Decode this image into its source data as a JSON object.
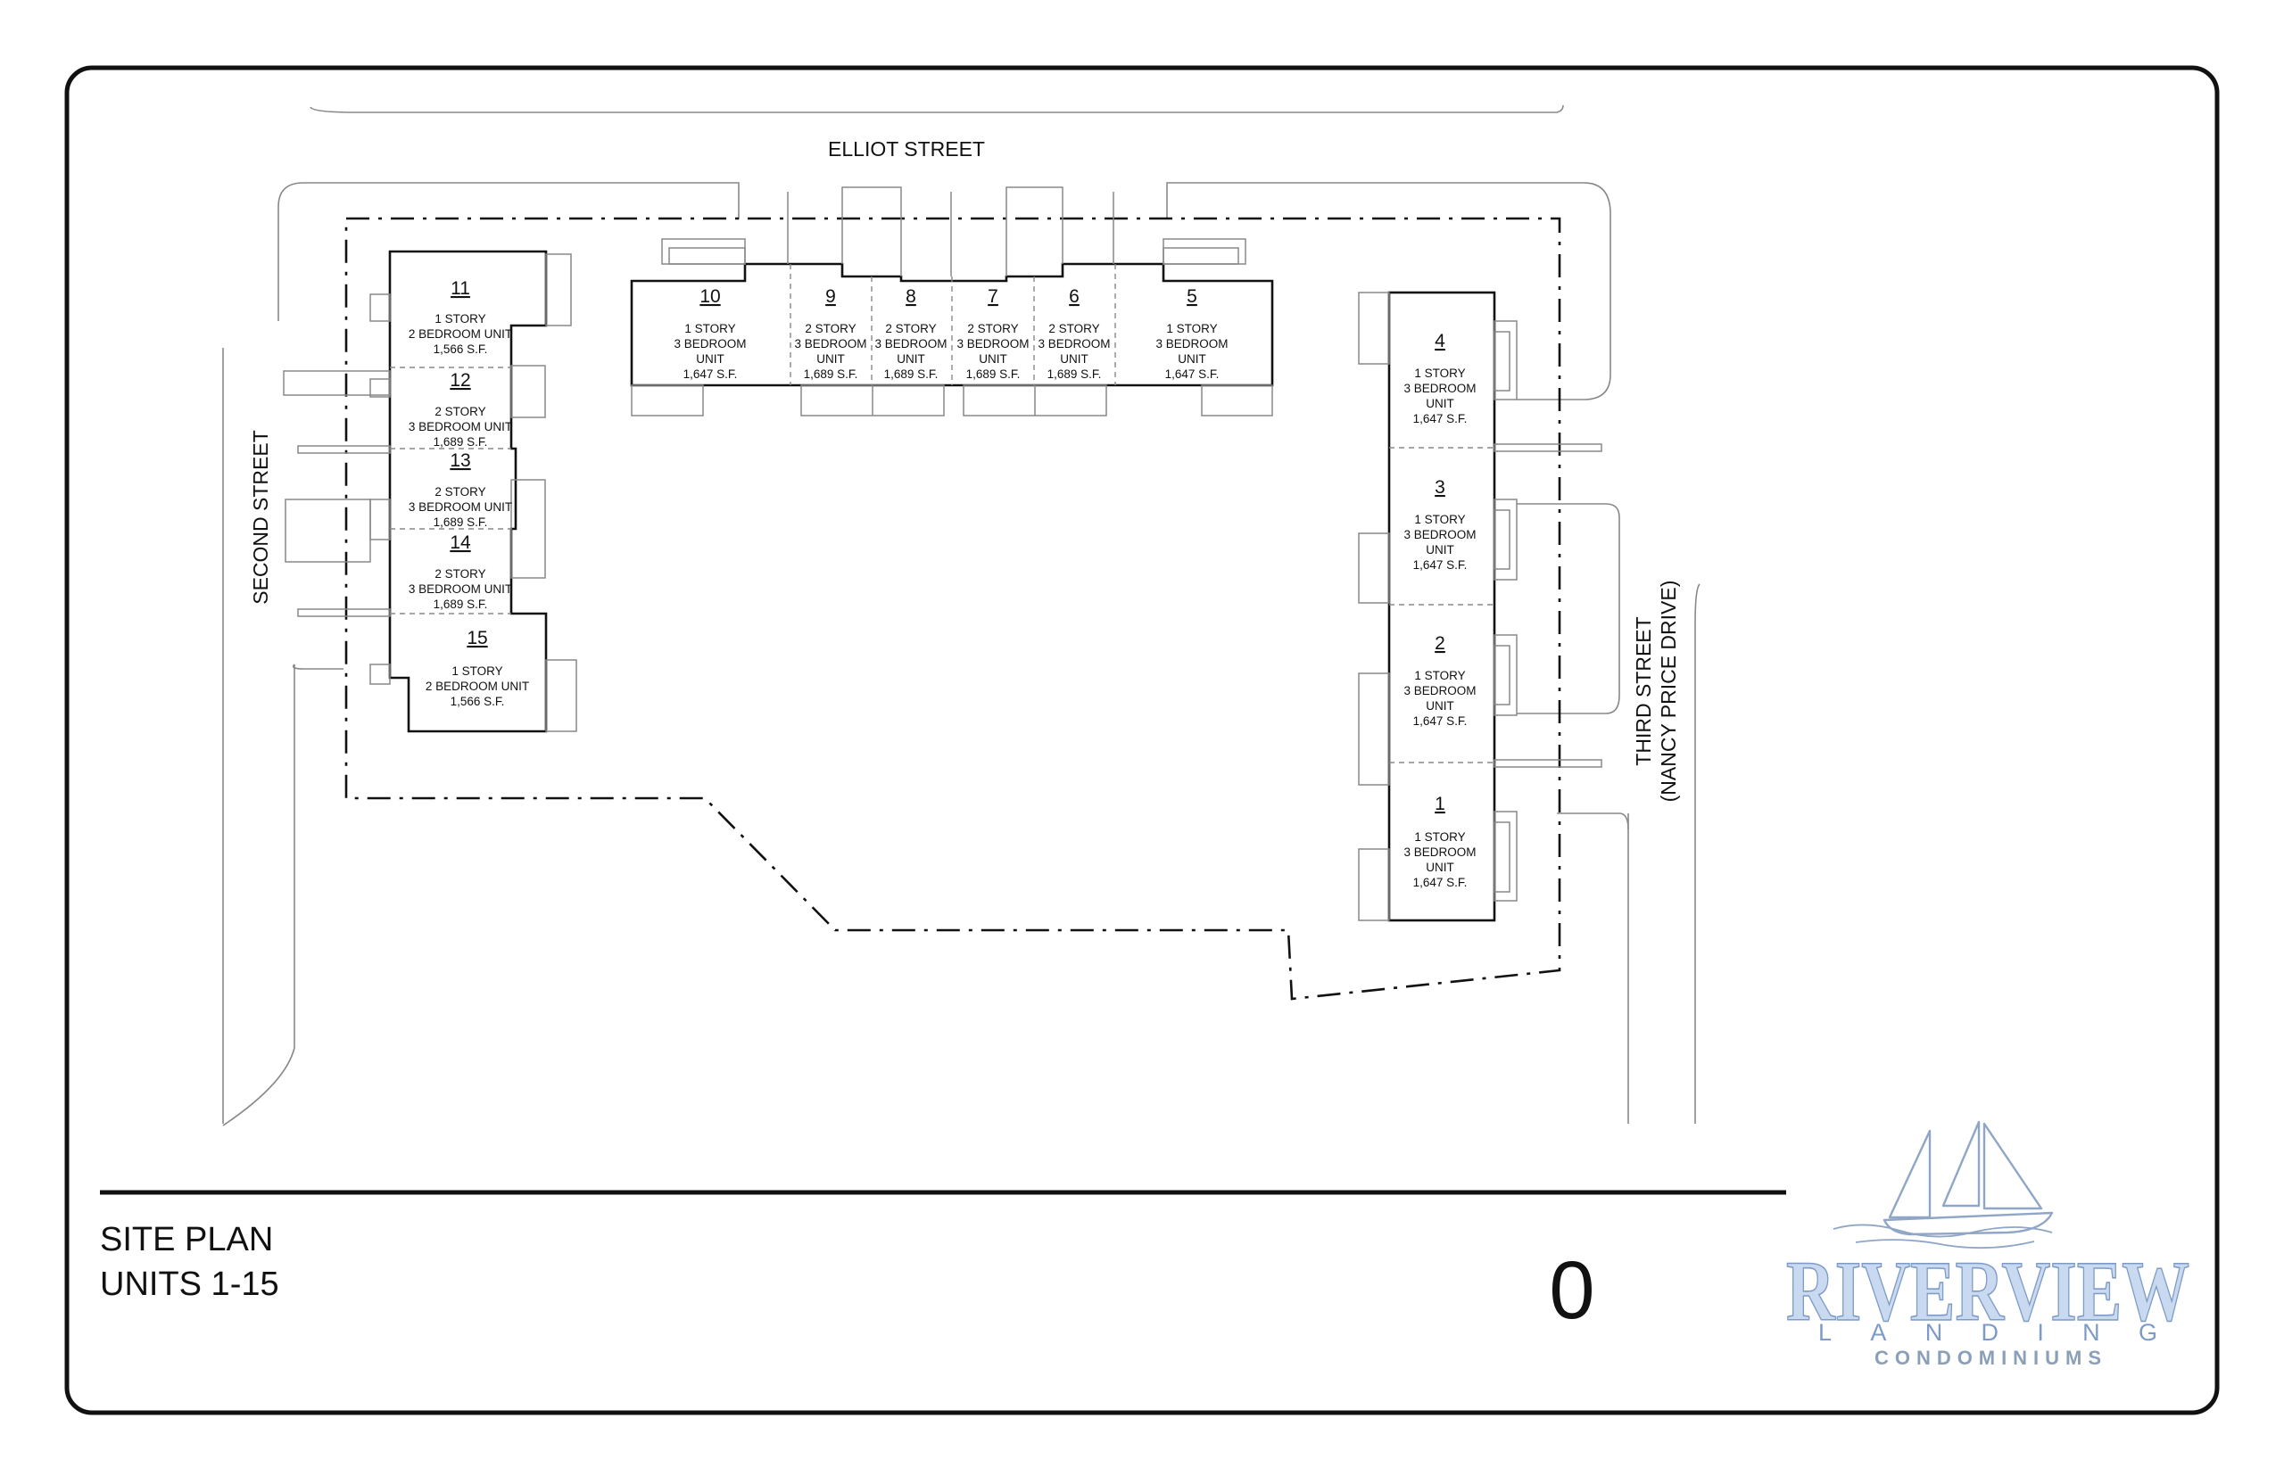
{
  "streets": {
    "north": "ELLIOT STREET",
    "west": "SECOND STREET",
    "east_line1": "THIRD STREET",
    "east_line2": "(NANCY PRICE DRIVE)"
  },
  "units": [
    {
      "num": "1",
      "lines": [
        "1 STORY",
        "3 BEDROOM",
        "UNIT",
        "1,647 S.F."
      ]
    },
    {
      "num": "2",
      "lines": [
        "1 STORY",
        "3 BEDROOM",
        "UNIT",
        "1,647 S.F."
      ]
    },
    {
      "num": "3",
      "lines": [
        "1 STORY",
        "3 BEDROOM",
        "UNIT",
        "1,647 S.F."
      ]
    },
    {
      "num": "4",
      "lines": [
        "1 STORY",
        "3 BEDROOM",
        "UNIT",
        "1,647 S.F."
      ]
    },
    {
      "num": "5",
      "lines": [
        "1 STORY",
        "3 BEDROOM",
        "UNIT",
        "1,647 S.F."
      ]
    },
    {
      "num": "6",
      "lines": [
        "2 STORY",
        "3 BEDROOM",
        "UNIT",
        "1,689 S.F."
      ]
    },
    {
      "num": "7",
      "lines": [
        "2 STORY",
        "3 BEDROOM",
        "UNIT",
        "1,689 S.F."
      ]
    },
    {
      "num": "8",
      "lines": [
        "2 STORY",
        "3 BEDROOM",
        "UNIT",
        "1,689 S.F."
      ]
    },
    {
      "num": "9",
      "lines": [
        "2 STORY",
        "3 BEDROOM",
        "UNIT",
        "1,689 S.F."
      ]
    },
    {
      "num": "10",
      "lines": [
        "1 STORY",
        "3 BEDROOM",
        "UNIT",
        "1,647 S.F."
      ]
    },
    {
      "num": "11",
      "lines": [
        "1 STORY",
        "2 BEDROOM UNIT",
        "1,566 S.F."
      ]
    },
    {
      "num": "12",
      "lines": [
        "2 STORY",
        "3 BEDROOM UNIT",
        "1,689 S.F."
      ]
    },
    {
      "num": "13",
      "lines": [
        "2 STORY",
        "3 BEDROOM UNIT",
        "1,689 S.F."
      ]
    },
    {
      "num": "14",
      "lines": [
        "2 STORY",
        "3 BEDROOM UNIT",
        "1,689 S.F."
      ]
    },
    {
      "num": "15",
      "lines": [
        "1 STORY",
        "2 BEDROOM UNIT",
        "1,566 S.F."
      ]
    }
  ],
  "title_block": {
    "line1": "SITE PLAN",
    "line2": "UNITS 1-15",
    "sheet_number": "0"
  },
  "logo": {
    "name": "RIVERVIEW",
    "sub": "LANDING",
    "tag": "CONDOMINIUMS",
    "icon": "sailboat-icon"
  },
  "colors": {
    "line": "#111111",
    "logo_fill": "#c9d9ef",
    "logo_stroke": "#7d9bc6"
  }
}
